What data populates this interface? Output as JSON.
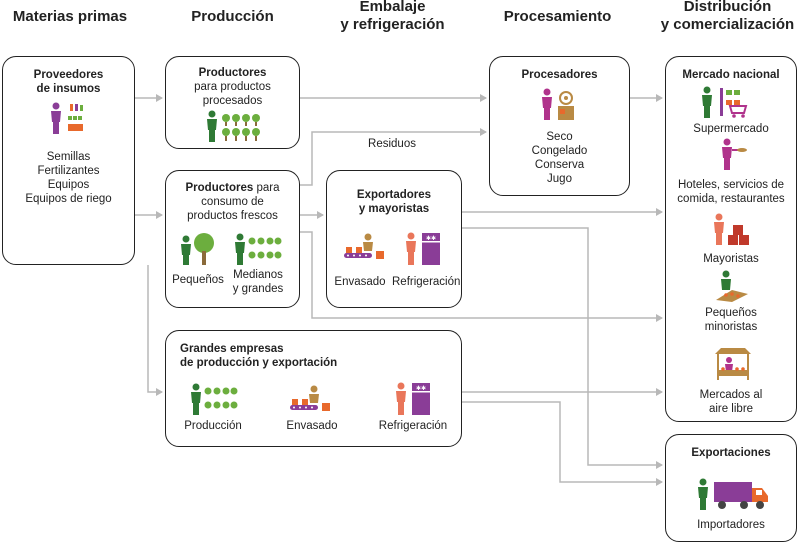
{
  "headers": {
    "raw": "Materias primas",
    "production": "Producción",
    "packaging_1": "Embalaje",
    "packaging_2": "y refrigeración",
    "processing": "Procesamiento",
    "distribution_1": "Distribución",
    "distribution_2": "y comercialización"
  },
  "suppliers": {
    "title_1": "Proveedores",
    "title_2": "de insumos",
    "items": [
      "Semillas",
      "Fertilizantes",
      "Equipos",
      "Equipos de riego"
    ]
  },
  "processed_producers": {
    "title": "Productores",
    "sub_1": "para productos",
    "sub_2": "procesados"
  },
  "fresh_producers": {
    "title": "Productores",
    "title_rest": " para",
    "sub_1": "consumo de",
    "sub_2": "productos frescos",
    "small": "Pequeños",
    "medium_1": "Medianos",
    "medium_2": "y grandes"
  },
  "residues": "Residuos",
  "exporters": {
    "title_1": "Exportadores",
    "title_2": "y mayoristas",
    "packing": "Envasado",
    "refrigeration": "Refrigeración"
  },
  "processors": {
    "title": "Procesadores",
    "items": [
      "Seco",
      "Congelado",
      "Conserva",
      "Jugo"
    ]
  },
  "large_companies": {
    "title_1": "Grandes empresas",
    "title_2": "de producción y exportación",
    "production": "Producción",
    "packing": "Envasado",
    "refrigeration": "Refrigeración"
  },
  "national_market": {
    "title": "Mercado nacional",
    "supermarket": "Supermercado",
    "hotels_1": "Hoteles, servicios de",
    "hotels_2": "comida, restaurantes",
    "wholesalers": "Mayoristas",
    "small_retail_1": "Pequeños",
    "small_retail_2": "minoristas",
    "open_markets_1": "Mercados al",
    "open_markets_2": "aire libre"
  },
  "exports": {
    "title": "Exportaciones",
    "importers": "Importadores"
  },
  "colors": {
    "green": "#6cae3e",
    "dark_green": "#2f7a35",
    "purple": "#8a3d97",
    "magenta": "#b0338c",
    "orange": "#e8692c",
    "salmon": "#e9765a",
    "brown": "#b98a44",
    "arrow_gray": "#b8b8b8"
  }
}
